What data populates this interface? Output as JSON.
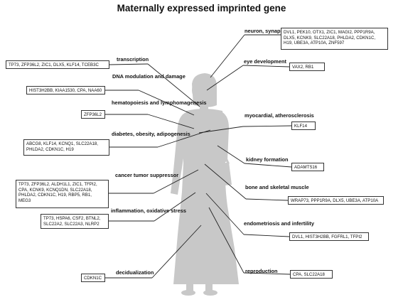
{
  "title": "Maternally expressed imprinted gene",
  "categories": {
    "neuron_synapse": {
      "label": [
        "neuron, synapse"
      ],
      "genes": [
        "DVL1, PEK10, OTX1, ZIC1, MAGI2, PPP1R9A,",
        "DLX5, KCNK9, SLC22A18, PHLDA2, CDKN1C,",
        "H19, UBE3A, ATP10A, ZNF597"
      ]
    },
    "transcription": {
      "label": [
        "transcription"
      ],
      "genes": [
        "TP73, ZFP36L2, ZIC1, DLX5, KLF14, TCEB3C"
      ]
    },
    "eye_development": {
      "label": [
        "eye development"
      ],
      "genes": [
        "VAX2, RB1"
      ]
    },
    "dna_modulation": {
      "label": [
        "DNA modulation",
        "and damage"
      ],
      "genes": [
        "HIST3H2BB, KIAA1530, CPA, NAA60"
      ]
    },
    "hematopoiesis": {
      "label": [
        "hematopoiesis and",
        "lymphomagenesis"
      ],
      "genes": [
        "ZFP36L2"
      ]
    },
    "myocardial": {
      "label": [
        "myocardial,",
        "atherosclerosis"
      ],
      "genes": [
        "KLF14"
      ]
    },
    "diabetes": {
      "label": [
        "diabetes, obesity,",
        "adipogenesis"
      ],
      "genes": [
        "ABCG8, KLF14, KCNQ1, SLC22A18,",
        "PHLDA2, CDKN1C, H19"
      ]
    },
    "kidney": {
      "label": [
        "kidney formation"
      ],
      "genes": [
        "ADAMTS16"
      ]
    },
    "cancer": {
      "label": [
        "cancer tumor",
        "suppressor"
      ],
      "genes": [
        "TP73, ZFP36L2, ALDH1L1, ZIC1, TFPI2,",
        "CPA, KCNK9, KCNQ1DN, SLC22A18,",
        "PHLDA2, CDKN1C, H19, RBP5, RB1,",
        "MEG3"
      ]
    },
    "bone": {
      "label": [
        "bone and",
        "skeletal muscle"
      ],
      "genes": [
        "WRAP73, PPP1R9A, DLX5, UBE3A, ATP10A"
      ]
    },
    "inflammation": {
      "label": [
        "inflammation,",
        "oxidative stress"
      ],
      "genes": [
        "TP73, HSPA6, CSF2, BTNL2,",
        "SLC22A2, SLC22A3, NLRP2"
      ]
    },
    "endometriosis": {
      "label": [
        "endometriosis and",
        "infertility"
      ],
      "genes": [
        "DVL1, HIST3H2BB, FGFRL1, TFPI2"
      ]
    },
    "decidualization": {
      "label": [
        "decidualization"
      ],
      "genes": [
        "CDKN1C"
      ]
    },
    "reproduction": {
      "label": [
        "reproduction"
      ],
      "genes": [
        "CPA, SLC22A18"
      ]
    }
  },
  "colors": {
    "silhouette": "#c8c8c8",
    "line": "#222222",
    "box_border": "#333333"
  }
}
